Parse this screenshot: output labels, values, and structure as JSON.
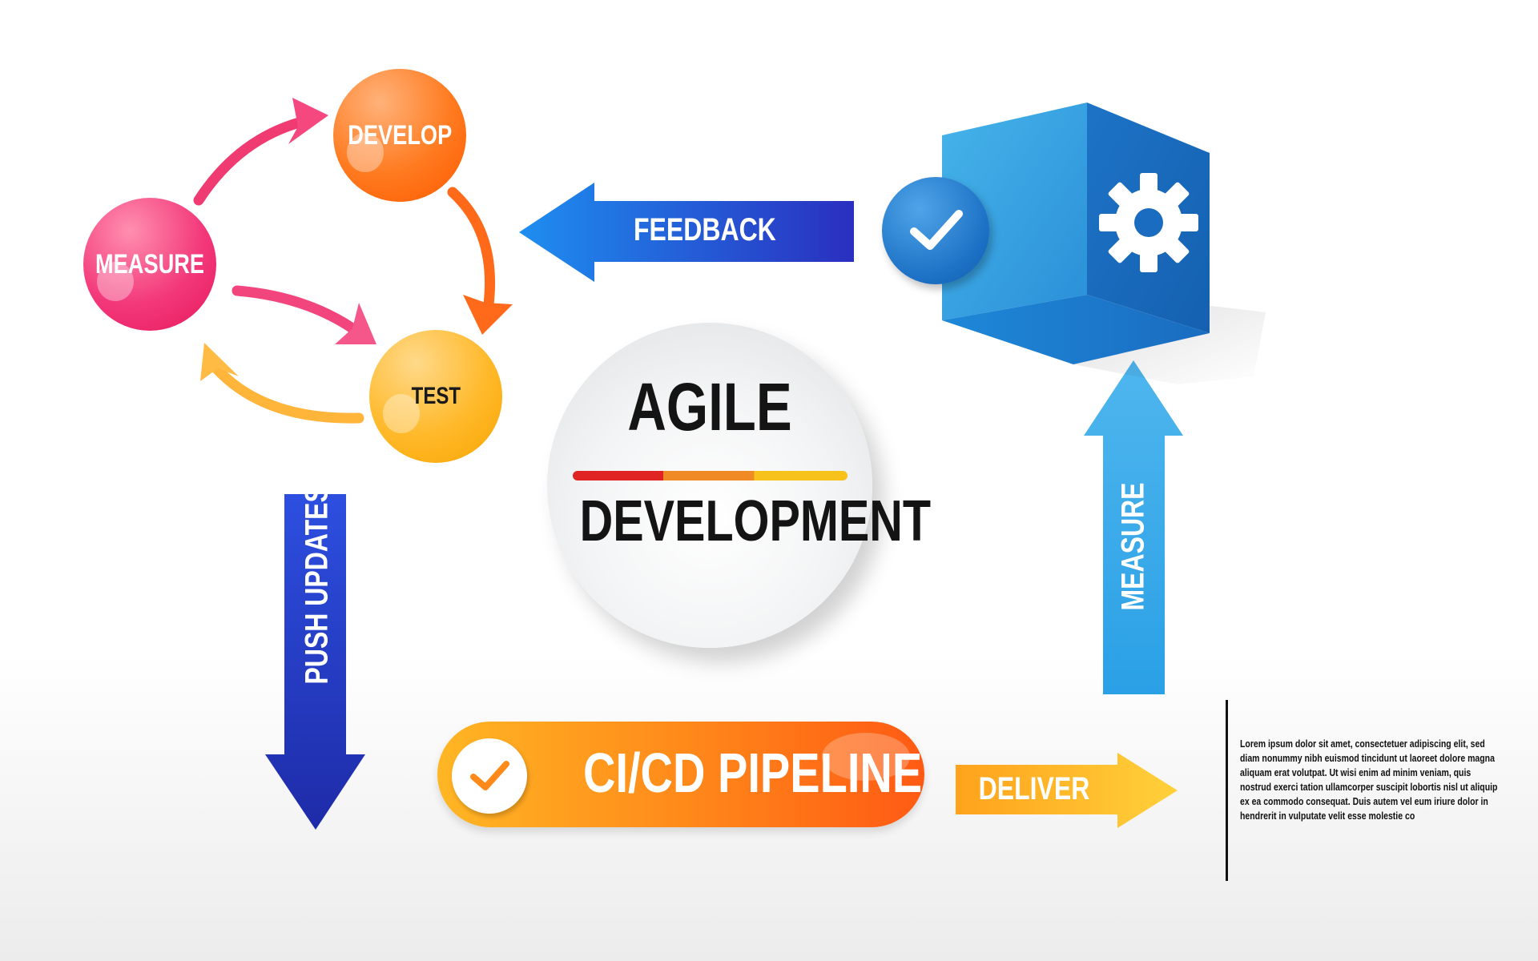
{
  "cycle": {
    "develop": "DEVELOP",
    "measure": "MEASURE",
    "test": "TEST"
  },
  "center": {
    "title": "AGILE",
    "subtitle": "DEVELOPMENT"
  },
  "arrows": {
    "feedback": "FEEDBACK",
    "push_updates": "PUSH UPDATES",
    "measure": "MEASURE",
    "deliver": "DELIVER"
  },
  "pipeline": {
    "label": "CI/CD PIPELINE"
  },
  "icons": {
    "cube": "gear-icon",
    "cube_badge": "checkmark-icon",
    "pipeline_badge": "checkmark-icon"
  },
  "colors": {
    "develop": "#ff6a10",
    "measure": "#ee2a6e",
    "test": "#ffb020",
    "feedback_arrow": "#1f3ec9",
    "push_arrow": "#1f3ec9",
    "measure_arrow": "#29a6e6",
    "deliver_arrow": "#ffb020",
    "cube": "#1c86d6",
    "pipeline": "#ff7a18"
  },
  "body_text": "Lorem ipsum dolor sit amet, consectetuer adipiscing elit, sed diam nonummy nibh euismod tincidunt ut laoreet dolore magna aliquam erat volutpat. Ut wisi enim ad minim veniam, quis nostrud exerci tation ullamcorper suscipit lobortis nisl ut aliquip ex ea commodo consequat. Duis autem vel eum iriure dolor in hendrerit in vulputate velit esse molestie co"
}
